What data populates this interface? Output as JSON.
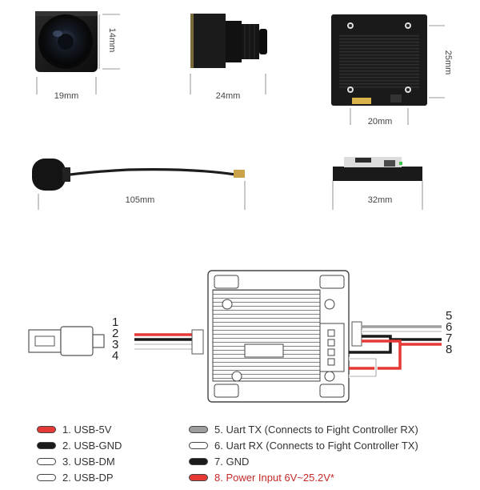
{
  "dimensions": {
    "camera_front_height": "14mm",
    "camera_front_width": "19mm",
    "camera_side_length": "24mm",
    "vtx_height": "25mm",
    "vtx_width": "20mm",
    "antenna_length": "105mm",
    "vtx_side_width": "32mm"
  },
  "left_pins": [
    "1",
    "2",
    "3",
    "4"
  ],
  "right_pins": [
    "5",
    "6",
    "7",
    "8"
  ],
  "legend": [
    {
      "label": "1. USB-5V",
      "color": "#e53935"
    },
    {
      "label": "2. USB-GND",
      "color": "#1a1a1a"
    },
    {
      "label": "3. USB-DM",
      "color": "#ffffff"
    },
    {
      "label": "2. USB-DP",
      "color": "#ffffff"
    },
    {
      "label": "5. Uart TX (Connects to Fight Controller RX)",
      "color": "#9e9e9e"
    },
    {
      "label": "6. Uart RX (Connects to Fight Controller TX)",
      "color": "#ffffff"
    },
    {
      "label": "7. GND",
      "color": "#1a1a1a"
    },
    {
      "label": "8. Power Input 6V~25.2V*",
      "color": "#e53935"
    }
  ]
}
